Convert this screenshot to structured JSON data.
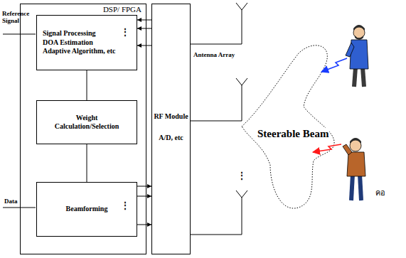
{
  "diagram": {
    "nodes": [
      {
        "text": [
          "DSP/ FPGA"
        ]
      },
      {
        "text": [
          "Signal Processing",
          "DOA Estimation",
          "Adaptive Algorithm, etc"
        ],
        "in": 0
      },
      {
        "text": [
          "Weight Calculation/Selection"
        ],
        "in": 0
      },
      {
        "text": [
          "Beamforming"
        ],
        "in": 0
      },
      {
        "text": [
          "RF Module",
          "A/D, etc"
        ]
      }
    ],
    "edges": [
      {
        "from": 4,
        "to": 1,
        "arrow": "to"
      },
      {
        "from": 4,
        "to": 1,
        "arrow": "to"
      },
      {
        "from": 4,
        "to": 1,
        "arrow": "to"
      },
      {
        "from": 1,
        "to": 2,
        "arrow": "none"
      },
      {
        "from": 2,
        "to": 3,
        "arrow": "none"
      },
      {
        "from": 3,
        "to": 4,
        "arrow": "to"
      },
      {
        "from": 3,
        "to": 4,
        "arrow": "to"
      },
      {
        "from": 3,
        "to": 4,
        "arrow": "to"
      }
    ],
    "labels": [
      "Reference Signal",
      "⋮",
      "Antenna Array",
      "Steerable Beam",
      "⋮",
      "Data",
      "⋮",
      "คอ"
    ]
  }
}
